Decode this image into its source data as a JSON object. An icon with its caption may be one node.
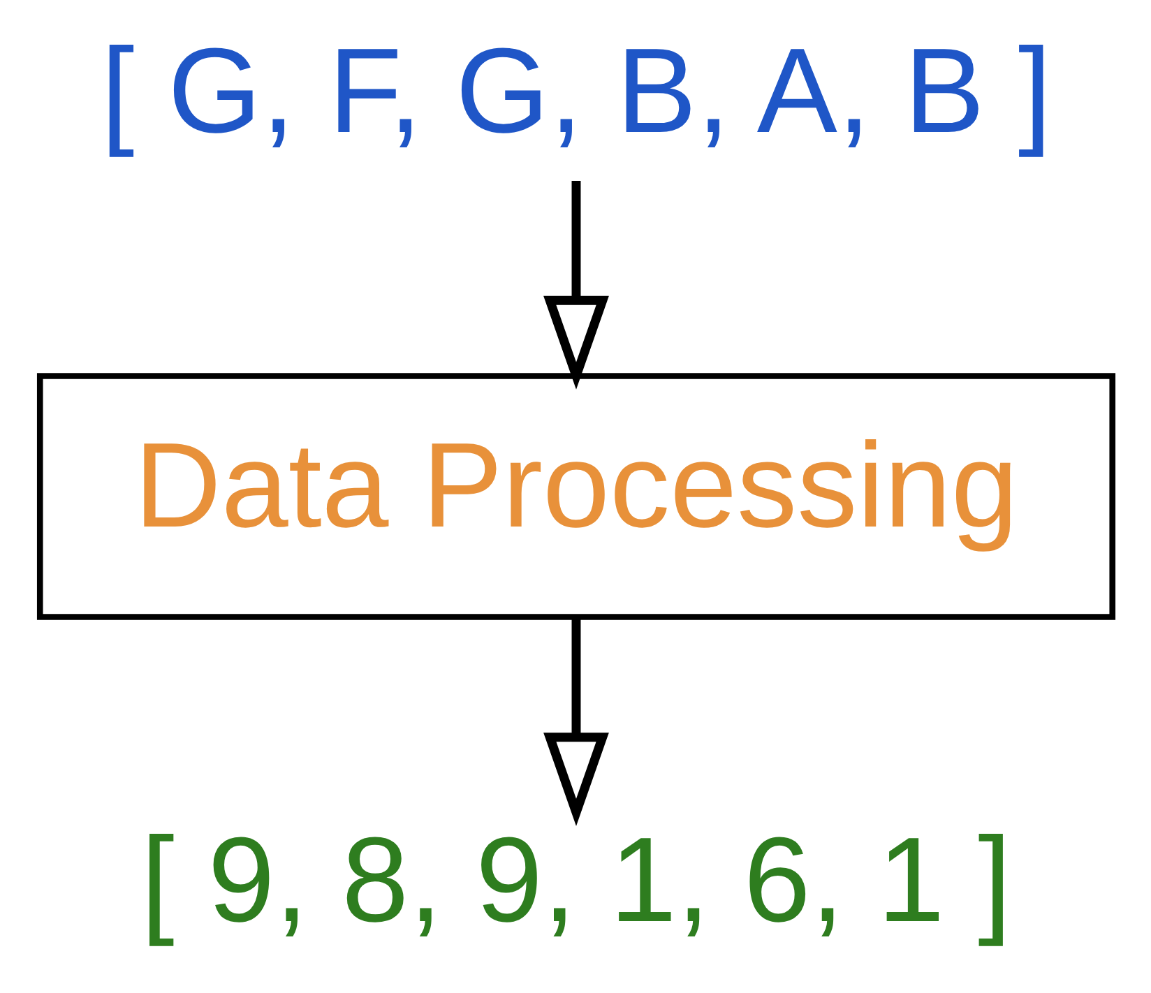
{
  "diagram": {
    "nodes": [
      {
        "text": [
          "[ G, F, G, B, A, B ]"
        ]
      },
      {
        "text": [
          "Data Processing"
        ]
      },
      {
        "text": [
          "[ 9, 8, 9, 1, 6, 1 ]"
        ]
      }
    ],
    "edges": [
      {
        "from": 0,
        "to": 1,
        "arrow": "to"
      },
      {
        "from": 1,
        "to": 2,
        "arrow": "to"
      }
    ]
  }
}
